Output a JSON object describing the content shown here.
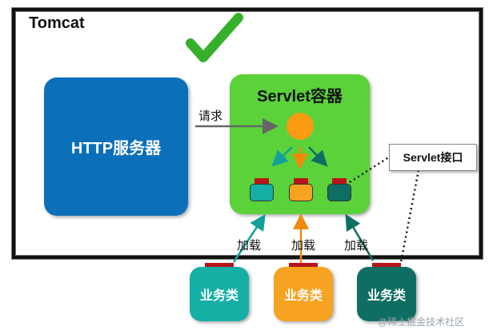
{
  "tomcat": {
    "title": "Tomcat"
  },
  "http_server": {
    "label": "HTTP服务器"
  },
  "servlet_container": {
    "title": "Servlet容器"
  },
  "request": {
    "label": "请求"
  },
  "servlet_interface": {
    "label": "Servlet接口"
  },
  "load_labels": [
    "加载",
    "加载",
    "加载"
  ],
  "business_classes": [
    {
      "label": "业务类",
      "color": "#14b0a6"
    },
    {
      "label": "业务类",
      "color": "#f7a221"
    },
    {
      "label": "业务类",
      "color": "#0f6e63"
    }
  ],
  "watermark": {
    "text": "@稀土掘金技术社区"
  },
  "colors": {
    "http_blue": "#0b6fba",
    "container_green": "#5bd23a",
    "check_green": "#36b02b",
    "dispatcher_orange": "#fa9b11",
    "teal": "#14b0a6",
    "orange": "#f7a221",
    "dark_teal": "#0f6e63",
    "tab_red": "#b8151b"
  },
  "icons": {
    "check": "check-icon",
    "dispatcher": "dispatcher-circle-icon"
  }
}
